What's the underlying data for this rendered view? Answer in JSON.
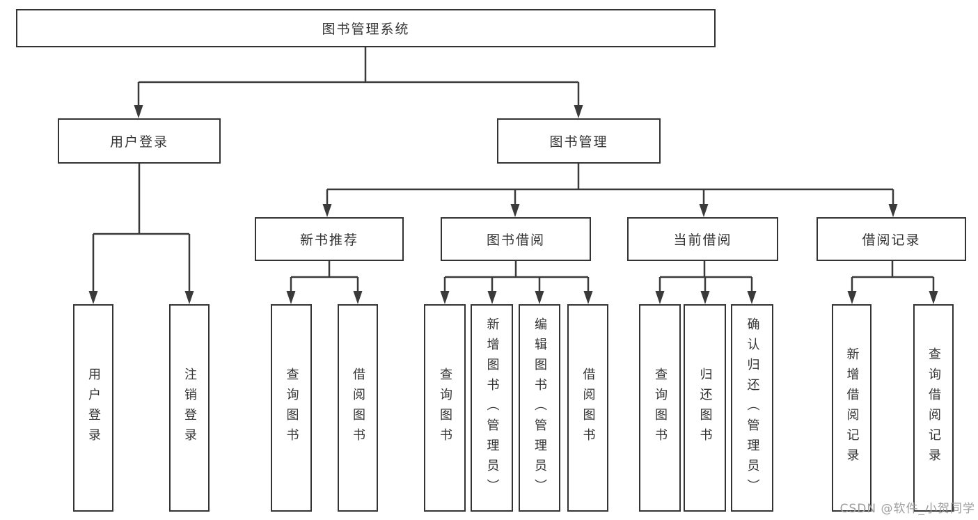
{
  "colors": {
    "line": "#3a3a3a",
    "border": "#333333",
    "fill": "#ffffff",
    "text": "#333333",
    "watermark": "#9e9e9e",
    "background": "#ffffff"
  },
  "diagram": {
    "root": {
      "label": "图书管理系统"
    },
    "level2": [
      {
        "label": "用户登录"
      },
      {
        "label": "图书管理"
      }
    ],
    "level3": [
      {
        "label": "新书推荐"
      },
      {
        "label": "图书借阅"
      },
      {
        "label": "当前借阅"
      },
      {
        "label": "借阅记录"
      }
    ],
    "leaves": [
      {
        "label": "用户登录"
      },
      {
        "label": "注销登录"
      },
      {
        "label": "查询图书"
      },
      {
        "label": "借阅图书"
      },
      {
        "label": "查询图书"
      },
      {
        "label": "新增图书（管理员）"
      },
      {
        "label": "编辑图书（管理员）"
      },
      {
        "label": "借阅图书"
      },
      {
        "label": "查询图书"
      },
      {
        "label": "归还图书"
      },
      {
        "label": "确认归还（管理员）"
      },
      {
        "label": "新增借阅记录"
      },
      {
        "label": "查询借阅记录"
      }
    ]
  },
  "watermark": "CSDN @软件_小贺同学"
}
